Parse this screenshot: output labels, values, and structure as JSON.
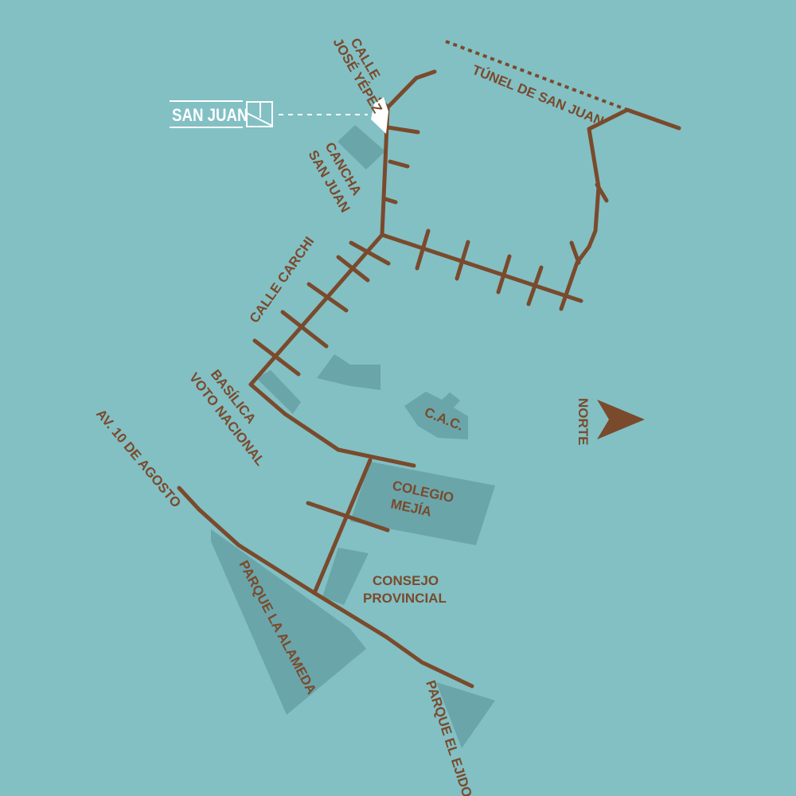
{
  "map": {
    "colors": {
      "background": "#82c0c4",
      "road": "#7a4a2c",
      "block": "#6aa5aa",
      "marker": "#ffffff"
    },
    "location_marker": {
      "label": "SAN JUAN",
      "icon": "building-marker-icon"
    },
    "streets": {
      "calle_jose_yepez": [
        "CALLE",
        "JOSÉ YÉPEZ"
      ],
      "tunel_san_juan": "TÚNEL DE SAN JUAN",
      "calle_carchi": "CALLE CARCHI",
      "av_10_agosto": "AV. 10 DE AGOSTO"
    },
    "places": {
      "cancha": [
        "CANCHA",
        "SAN JUAN"
      ],
      "basilica": [
        "BASÍLICA",
        "VOTO NACIONAL"
      ],
      "cac": "C.A.C.",
      "colegio": [
        "COLEGIO",
        "MEJÍA"
      ],
      "consejo": [
        "CONSEJO",
        "PROVINCIAL"
      ],
      "alameda": "PARQUE LA ALAMEDA",
      "ejido": "PARQUE EL EJIDO"
    },
    "compass": {
      "label": "NORTE",
      "icon": "north-arrow-icon"
    }
  }
}
